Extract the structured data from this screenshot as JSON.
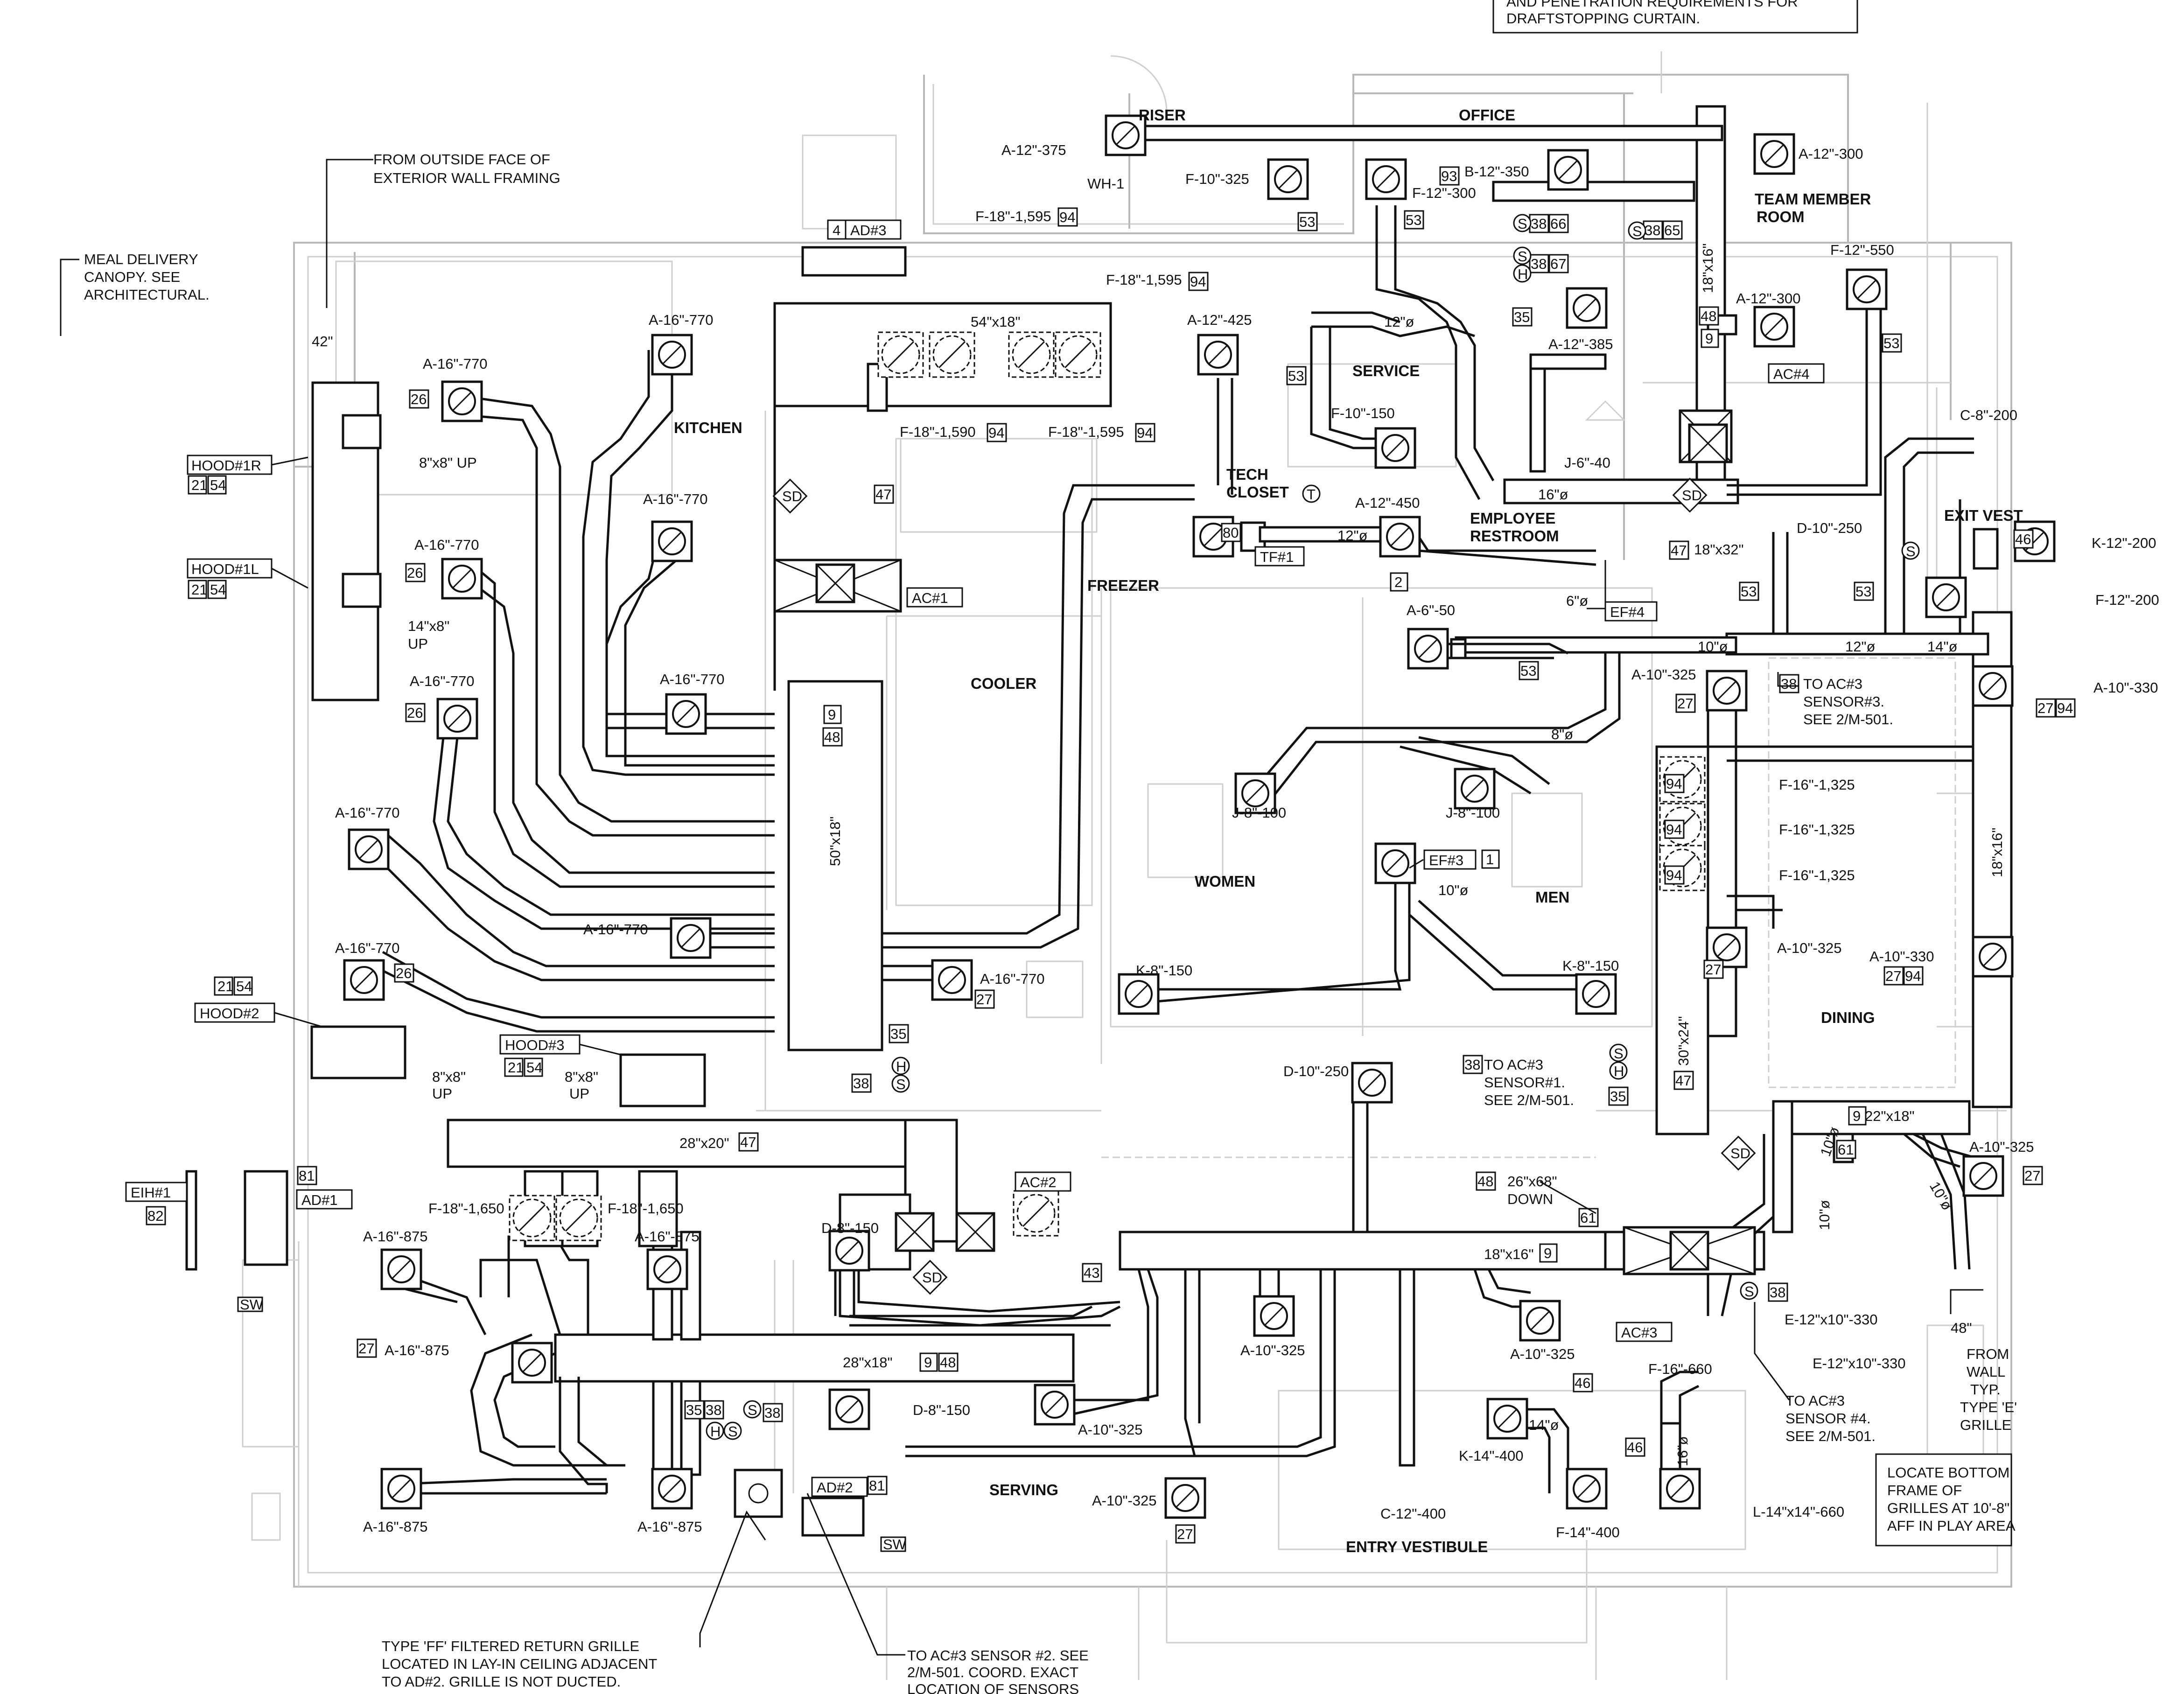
{
  "notes": {
    "top_right_1": "AND PENETRATION REQUIREMENTS FOR",
    "top_right_2": "DRAFTSTOPPING CURTAIN.",
    "from_outside_1": "FROM OUTSIDE FACE OF",
    "from_outside_2": "EXTERIOR WALL FRAMING",
    "meal_1": "MEAL DELIVERY",
    "meal_2": "CANOPY. SEE",
    "meal_3": "ARCHITECTURAL.",
    "dim_42": "42\"",
    "sensor3_1": "TO AC#3",
    "sensor3_2": "SENSOR#3.",
    "sensor3_3": "SEE 2/M-501.",
    "sensor1_1": "TO AC#3",
    "sensor1_2": "SENSOR#1.",
    "sensor1_3": "SEE 2/M-501.",
    "sensor4_1": "TO AC#3",
    "sensor4_2": "SENSOR #4.",
    "sensor4_3": "SEE 2/M-501.",
    "ff_1": "TYPE 'FF' FILTERED RETURN GRILLE",
    "ff_2": "LOCATED IN LAY-IN CEILING ADJACENT",
    "ff_3": "TO AD#2. GRILLE IS NOT DUCTED.",
    "s2_1": "TO AC#3 SENSOR #2. SEE",
    "s2_2": "2/M-501. COORD. EXACT",
    "s2_3": "LOCATION OF SENSORS",
    "wall_1": "FROM",
    "wall_2": "WALL",
    "wall_3": "TYP.",
    "wall_4": "TYPE 'E'",
    "wall_5": "GRILLE",
    "dim_48": "48\"",
    "locate_1": "LOCATE BOTTOM",
    "locate_2": "FRAME OF",
    "locate_3": "GRILLES AT 10'-8\"",
    "locate_4": "AFF IN PLAY AREA",
    "down_1": "26\"x68\"",
    "down_2": "DOWN"
  },
  "rooms": {
    "riser": "RISER",
    "office": "OFFICE",
    "team_1": "TEAM MEMBER",
    "team_2": "ROOM",
    "kitchen": "KITCHEN",
    "service": "SERVICE",
    "tech_1": "TECH",
    "tech_2": "CLOSET",
    "emp_1": "EMPLOYEE",
    "emp_2": "RESTROOM",
    "exit": "EXIT VEST",
    "freezer": "FREEZER",
    "cooler": "COOLER",
    "women": "WOMEN",
    "men": "MEN",
    "dining": "DINING",
    "serving": "SERVING",
    "entry": "ENTRY VESTIBULE"
  },
  "equipment": {
    "hood1r": "HOOD#1R",
    "hood1l": "HOOD#1L",
    "hood2": "HOOD#2",
    "hood3": "HOOD#3",
    "ad3": "AD#3",
    "ad1": "AD#1",
    "ad2": "AD#2",
    "ac1": "AC#1",
    "ac2": "AC#2",
    "ac3": "AC#3",
    "ac4": "AC#4",
    "tf1": "TF#1",
    "ef3": "EF#3",
    "ef4": "EF#4",
    "eih1": "EIH#1",
    "wh1": "WH-1",
    "sw": "SW",
    "sd": "SD"
  },
  "labels": {
    "a12_375": "A-12\"-375",
    "f10_325": "F-10\"-325",
    "f12_300": "F-12\"-300",
    "b12_350": "B-12\"-350",
    "a12_300a": "A-12\"-300",
    "a12_300b": "A-12\"-300",
    "a12_385": "A-12\"-385",
    "f12_550": "F-12\"-550",
    "f18_1595a": "F-18\"-1,595",
    "f18_1595b": "F-18\"-1,595",
    "f18_1595c": "F-18\"-1,595",
    "f18_1590": "F-18\"-1,590",
    "a16_770": "A-16\"-770",
    "a12_425": "A-12\"-425",
    "f10_150": "F-10\"-150",
    "j6_40": "J-6\"-40",
    "c8_200": "C-8\"-200",
    "k12_200": "K-12\"-200",
    "f12_200": "F-12\"-200",
    "d10_250": "D-10\"-250",
    "a12_450": "A-12\"-450",
    "a6_50": "A-6\"-50",
    "a10_325": "A-10\"-325",
    "a10_330": "A-10\"-330",
    "j8_100": "J-8\"-100",
    "f16_1325": "F-16\"-1,325",
    "k8_150": "K-8\"-150",
    "f18_1650": "F-18\"-1,650",
    "a16_875": "A-16\"-875",
    "d8_150": "D-8\"-150",
    "k14_400": "K-14\"-400",
    "c12_400": "C-12\"-400",
    "f14_400": "F-14\"-400",
    "f16_660": "F-16\"-660",
    "l14_660": "L-14\"x14\"-660",
    "e12_330": "E-12\"x10\"-330",
    "up8x8": "8\"x8\" UP",
    "up8x8_a": "8\"x8\"",
    "up14x8_a": "14\"x8\"",
    "up": "UP",
    "sz54x18": "54\"x18\"",
    "sz50x18": "50\"x18\"",
    "sz18x16": "18\"x16\"",
    "sz12": "12\"ø",
    "sz16": "16\"ø",
    "sz10": "10\"ø",
    "sz8": "8\"ø",
    "sz6": "6\"ø",
    "sz14": "14\"ø",
    "sz18x32": "18\"x32\"",
    "sz30x24": "30\"x24\"",
    "sz22x18": "22\"x18\"",
    "sz28x20": "28\"x20\"",
    "sz28x18": "28\"x18\"",
    "sz18x16_9": "18\"x16\"",
    "sz16d": "16\"ø"
  },
  "tags": {
    "n1": "1",
    "n2": "2",
    "n4": "4",
    "n9": "9",
    "n21": "21",
    "n26": "26",
    "n27": "27",
    "n35": "35",
    "n38": "38",
    "n43": "43",
    "n46": "46",
    "n47": "47",
    "n48": "48",
    "n53": "53",
    "n54": "54",
    "n61": "61",
    "n65": "65",
    "n66": "66",
    "n67": "67",
    "n80": "80",
    "n81": "81",
    "n82": "82",
    "n93": "93",
    "n94": "94"
  },
  "symbols": {
    "s": "S",
    "h": "H",
    "t": "T"
  }
}
